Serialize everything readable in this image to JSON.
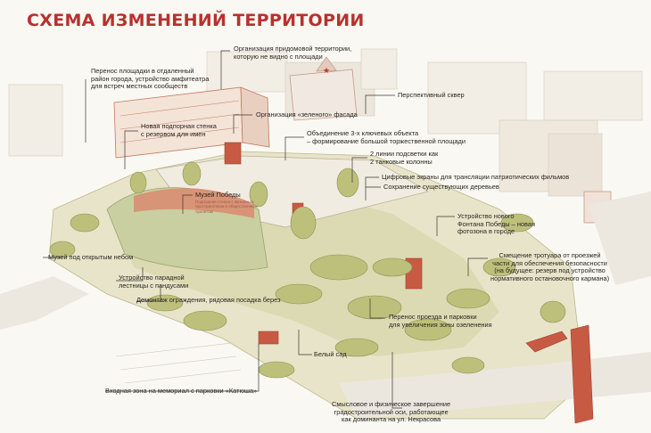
{
  "title": "СХЕМА ИЗМЕНЕНИЙ ТЕРРИТОРИИ",
  "colors": {
    "title": "#b8312e",
    "accent_red": "#c75a43",
    "green": "#a9b26a",
    "lawn": "#c4c99a",
    "ground": "#faf8f3",
    "leader": "#3b3733"
  },
  "callouts": {
    "courtyard": "Организация придомовой территории,\nкоторую не видно с площади",
    "relocation": "Перенос площадки в отдаленный\nрайон города, устройство амфитеатра\nдля встреч местных сообществ",
    "future_square": "Перспективный сквер",
    "green_facade": "Организация «зеленого» фасада",
    "retaining_wall": "Новая подпорная стенка\nс резервом для имен",
    "merge_objects": "Объединение 3-х ключевых объекта\n– формирование большой торжественной площади",
    "lighting": "2 линии подсветки как\n2 танковые колонны",
    "screens": "Цифровые экраны для трансляции патриотических фильмов",
    "trees": "Сохранение существующих деревьев",
    "museum_victory": "Музей Победы",
    "museum_victory_note": "Подпорная стенка с музейным\nпространством и общественным\nтуалетом",
    "fountain": "Устройство нового\nФонтана Победы – новая\nфотозона в городе",
    "open_air_museum": "Музей под открытым небом",
    "sidewalk": "Смещение тротуара от проезжей\nчасти для обеспечения безопасности\n(на будущее: резерв под устройство\nнормативного остановочного кармана)",
    "stairs": "Устройство парадной\nлестницы с пандусами",
    "fence": "Демонтаж ограждения, рядовая посадка берез",
    "parking_relocation": "Перенос проезда и парковки\nдля увеличения зоны озеленения",
    "white_garden": "Белый сад",
    "entrance": "Входная зона на мемориал с парковки «Катюша»",
    "axis": "Смысловое и физическое завершение\nградостроительной оси, работающее\nкак доминанта на ул. Некрасова"
  }
}
